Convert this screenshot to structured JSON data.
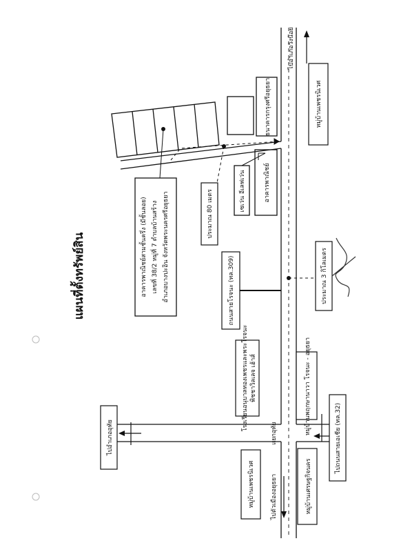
{
  "title": "แผนที่ตั้งทรัพย์สิน",
  "road_names": {
    "highway_32": "ไปถนนสายเอเชีย (ทล.32)",
    "road_309": "ถนนสายโรจนะ (ทล.309)",
    "to_wang_noi": "ไปอำเภอวังน้อย",
    "to_ayutthaya_city": "ไปตัวเมืองอยุธยา",
    "to_uthai": "ไปอำเภออุทัย"
  },
  "labels": {
    "intersection": "แยกอุทัย",
    "distance_3km": "ประมาณ 3 กิโลเมตร",
    "distance_80m": "ประมาณ 80 เมตร",
    "village_phet_niwet": "หมู่บ้านเพชรนิเวศ",
    "village_setthakit_nakorn": "หมู่บ้านเศรษฐกิจนคร",
    "village_pruksa": "หมู่บ้านพฤกษานาวา โรจนะ - อยุธยา",
    "school": "โรงเรียนอนุบาลทองเพชรและพระโรจนะ",
    "bank": "ธนาคารกรุงศรีอยุธยา",
    "seven_eleven": "เซเว่น อีเลฟเว่น",
    "commercial_building": "อาคารพาณิชย์",
    "pitcha_center": "พิชชาวิลเลจ เฮ้าส์"
  },
  "property": {
    "line1": "อาคารพาณิชย์สามชั้นครึ่ง (มีชั้นลอย)",
    "line2": "เลขที่ 38/2  หมู่ที่ 7  ตำบลบ้านสร้าง",
    "line3": "อำเภอบางปะอิน  จังหวัดพระนครศรีอยุธยา"
  },
  "colors": {
    "line": "#111111",
    "background": "#ffffff"
  }
}
